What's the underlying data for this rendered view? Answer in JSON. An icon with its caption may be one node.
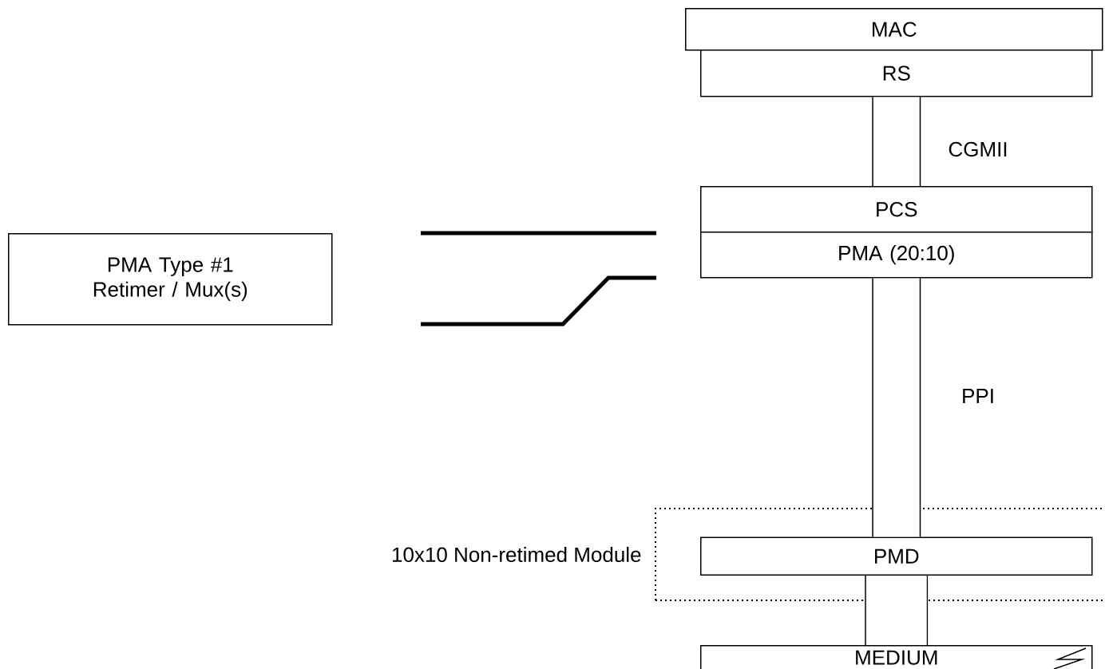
{
  "diagram": {
    "nodes": [
      {
        "text": [
          "MAC"
        ]
      },
      {
        "text": [
          "RS"
        ]
      },
      {
        "text": [
          "PCS"
        ]
      },
      {
        "text": [
          "PMA (20:10)"
        ]
      },
      {
        "text": [
          "PMA Type #1 Retimer / Mux(s)"
        ]
      },
      {
        "text": [
          "10x10 Non-retimed Module"
        ]
      },
      {
        "text": [
          "PMD"
        ],
        "in": 5
      },
      {
        "text": [
          "MEDIUM"
        ]
      }
    ],
    "edges": [
      {
        "from": 1,
        "to": 2,
        "arrow": "none",
        "label": "CGMII"
      },
      {
        "from": 3,
        "to": 6,
        "arrow": "none",
        "label": "PPI"
      },
      {
        "from": 6,
        "to": 7,
        "arrow": "none"
      }
    ]
  }
}
